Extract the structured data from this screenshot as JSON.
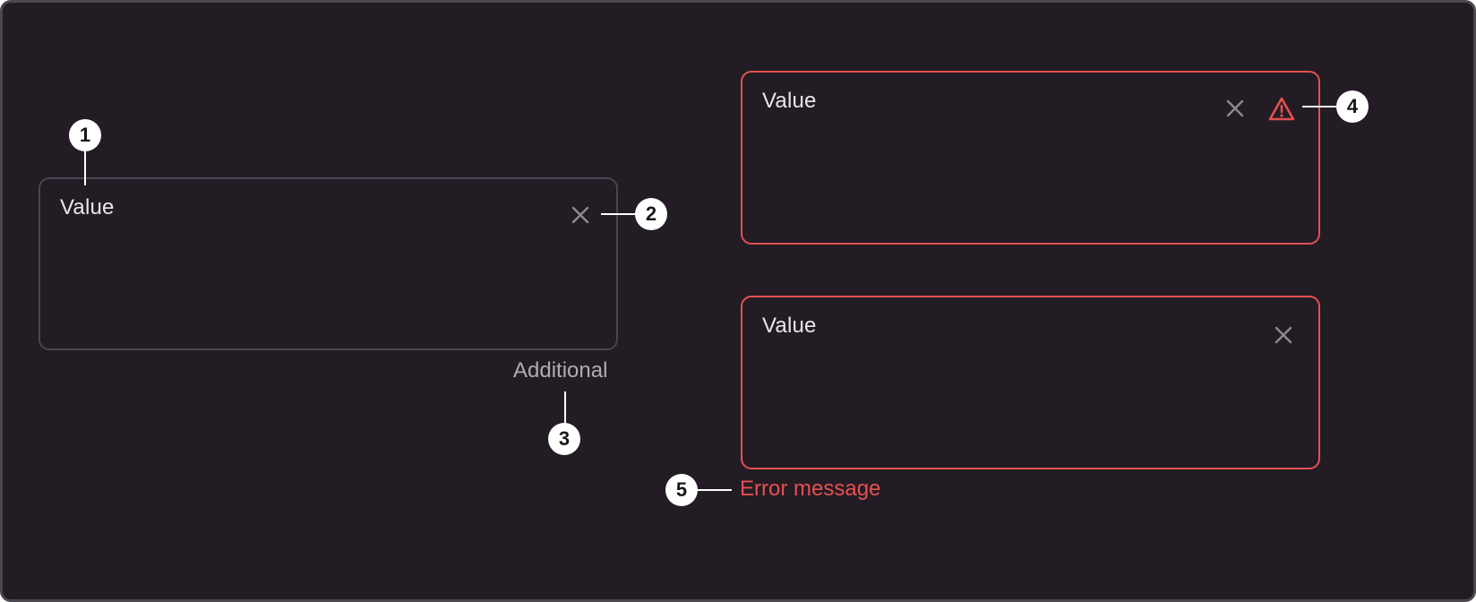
{
  "default_field": {
    "value": "Value",
    "additional_text": "Additional",
    "clear_icon": "close-icon"
  },
  "error_field_icon": {
    "value": "Value",
    "clear_icon": "close-icon",
    "status_icon": "warning-triangle-icon"
  },
  "error_field_message": {
    "value": "Value",
    "clear_icon": "close-icon",
    "error_text": "Error message"
  },
  "markers": [
    "1",
    "2",
    "3",
    "4",
    "5"
  ],
  "colors": {
    "background": "#231c25",
    "frame_border": "#4d4850",
    "field_border": "#4b4550",
    "error": "#e5514f",
    "text": "#e9e6ea",
    "secondary_text": "#b1acb4",
    "icon_muted": "#8f8a92",
    "marker": "#ffffff"
  }
}
